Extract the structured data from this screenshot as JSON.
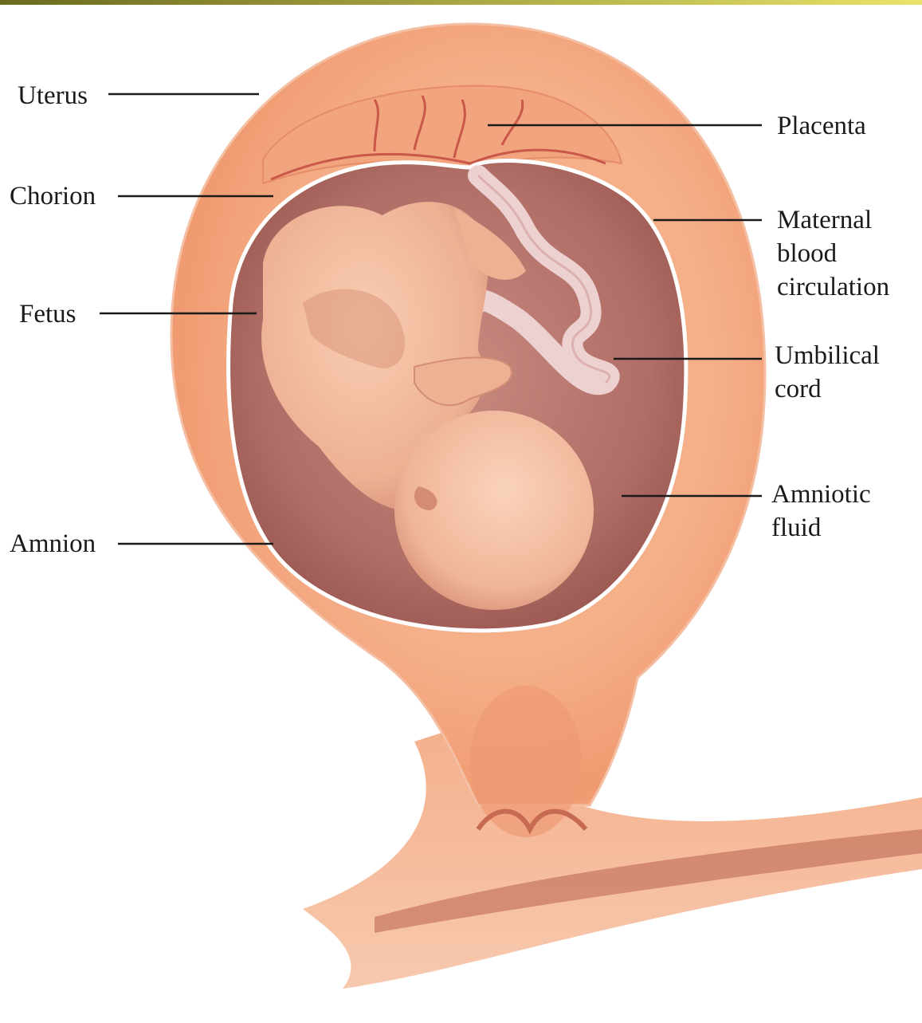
{
  "labels": {
    "uterus": "Uterus",
    "chorion": "Chorion",
    "fetus": "Fetus",
    "amnion": "Amnion",
    "placenta": "Placenta",
    "maternal_blood_circulation": [
      "Maternal",
      "blood",
      "circulation"
    ],
    "umbilical_cord": [
      "Umbilical",
      "cord"
    ],
    "amniotic_fluid": [
      "Amniotic",
      "fluid"
    ]
  },
  "colors": {
    "top_bar_left": "#6b6a1e",
    "top_bar_right": "#e8e36a",
    "uterine_wall": "#f2a27a",
    "uterine_wall_dark": "#e07f55",
    "amniotic_cavity": "#a8625c",
    "amniotic_cavity_light": "#c98a80",
    "fetus_skin": "#f0b99a",
    "fetus_shadow": "#c77d68",
    "umbilical_cord": "#efd6d6",
    "membrane": "#ffffff",
    "leader_line": "#1a1a1a"
  }
}
